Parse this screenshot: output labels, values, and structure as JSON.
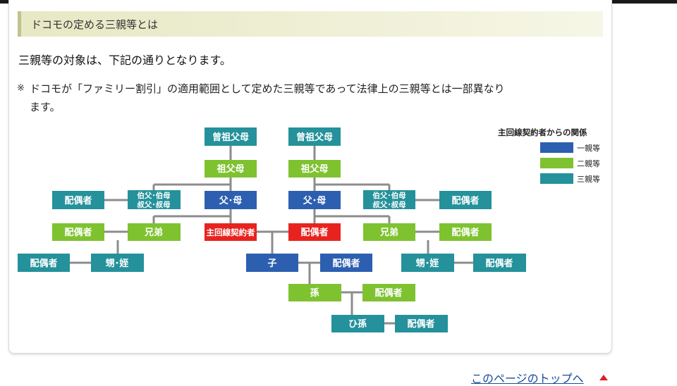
{
  "section": {
    "title": "ドコモの定める三親等とは"
  },
  "intro": "三親等の対象は、下記の通りとなります。",
  "note": {
    "mark": "※",
    "line1": "ドコモが「ファミリー割引」の適用範囲として定めた三親等であって法律上の三親等とは一部異なり",
    "line2": "ます。"
  },
  "legend": {
    "title": "主回線契約者からの関係",
    "items": [
      {
        "label": "一親等",
        "color": "#2d5fb0"
      },
      {
        "label": "二親等",
        "color": "#7fc230"
      },
      {
        "label": "三親等",
        "color": "#24919b"
      }
    ]
  },
  "colors": {
    "first": "#2d5fb0",
    "second": "#7fc230",
    "third": "#24919b",
    "self": "#e8231f",
    "line": "#8c8c8c"
  },
  "tree": {
    "great_grandparents_left": "曾祖父母",
    "great_grandparents_right": "曾祖父母",
    "grandparents_left": "祖父母",
    "grandparents_right": "祖父母",
    "uncle_aunt_left_line1": "伯父･伯母",
    "uncle_aunt_left_line2": "叔父･叔母",
    "uncle_aunt_right_line1": "伯父･伯母",
    "uncle_aunt_right_line2": "叔父･叔母",
    "spouse_of_uncle_left": "配偶者",
    "spouse_of_uncle_right": "配偶者",
    "parents_left": "父･母",
    "parents_right": "父･母",
    "siblings_left": "兄弟",
    "siblings_right": "兄弟",
    "spouse_of_sibling_left": "配偶者",
    "spouse_of_sibling_right": "配偶者",
    "self": "主回線契約者",
    "spouse": "配偶者",
    "nephew_niece_left": "甥･姪",
    "nephew_niece_right": "甥･姪",
    "spouse_of_nephew_left": "配偶者",
    "spouse_of_nephew_right": "配偶者",
    "child": "子",
    "spouse_of_child": "配偶者",
    "grandchild": "孫",
    "spouse_of_grandchild": "配偶者",
    "great_grandchild": "ひ孫",
    "spouse_of_great_grandchild": "配偶者"
  },
  "page_top_link": "このページのトップへ"
}
